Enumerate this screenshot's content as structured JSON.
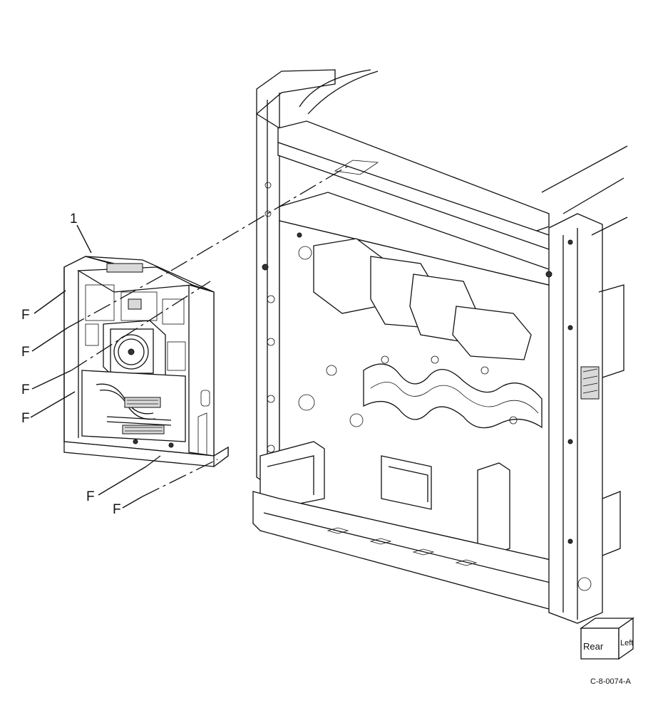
{
  "callouts": {
    "item_number": "1",
    "fastener_labels": [
      "F",
      "F",
      "F",
      "F",
      "F",
      "F"
    ]
  },
  "orientation": {
    "front_face": "Rear",
    "side_face": "Left"
  },
  "figure_code": "C-8-0074-A",
  "colors": {
    "line": "#111111",
    "background": "#ffffff",
    "shade": "#d9d9d9"
  }
}
